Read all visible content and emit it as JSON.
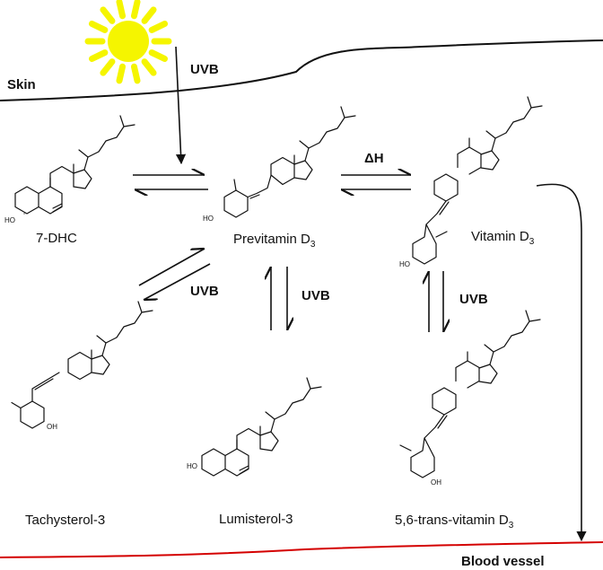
{
  "labels": {
    "skin": "Skin",
    "blood_vessel": "Blood vessel",
    "uvb_sun": "UVB",
    "uvb_left": "UVB",
    "uvb_middle": "UVB",
    "uvb_right": "UVB",
    "delta_h": "ΔH",
    "oh": "HO",
    "oh_right": "OH"
  },
  "compounds": {
    "dhc": "7-DHC",
    "previtamin_main": "Previtamin D",
    "previtamin_sub": "3",
    "vitamin_main": "Vitamin D",
    "vitamin_sub": "3",
    "tachysterol": "Tachysterol-3",
    "lumisterol": "Lumisterol-3",
    "trans_main": "5,6-trans-vitamin D",
    "trans_sub": "3"
  },
  "colors": {
    "sun": "#f5f500",
    "blood_line": "#d40000",
    "skin_line": "#111111"
  }
}
